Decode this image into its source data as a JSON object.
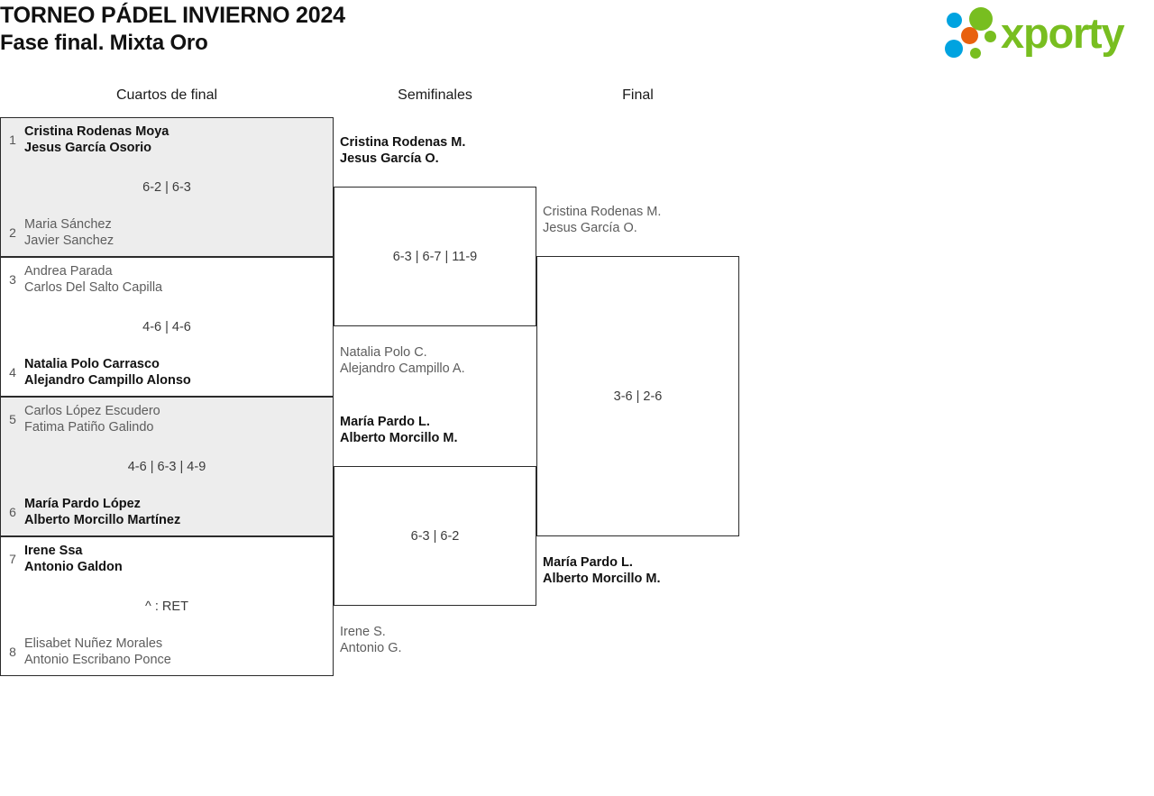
{
  "header": {
    "title_line1": "TORNEO PÁDEL INVIERNO 2024",
    "title_line2": "Fase final. Mixta Oro"
  },
  "logo": {
    "wordmark": "xporty",
    "colors": {
      "green": "#78be20",
      "blue": "#00a3e0",
      "orange": "#e8610e"
    }
  },
  "columns": {
    "quarterfinals": "Cuartos de final",
    "semifinals": "Semifinales",
    "final": "Final"
  },
  "bracket": {
    "quarterfinals": [
      {
        "id": "qf1",
        "shaded": true,
        "score": "6-2 | 6-3",
        "top": {
          "seed": "1",
          "p1": "Cristina Rodenas Moya",
          "p2": "Jesus García Osorio",
          "result": "winner"
        },
        "bottom": {
          "seed": "2",
          "p1": "Maria Sánchez",
          "p2": "Javier Sanchez",
          "result": "loser"
        }
      },
      {
        "id": "qf2",
        "shaded": false,
        "score": "4-6 | 4-6",
        "top": {
          "seed": "3",
          "p1": "Andrea Parada",
          "p2": "Carlos Del Salto Capilla",
          "result": "loser"
        },
        "bottom": {
          "seed": "4",
          "p1": "Natalia Polo Carrasco",
          "p2": "Alejandro Campillo Alonso",
          "result": "winner"
        }
      },
      {
        "id": "qf3",
        "shaded": true,
        "score": "4-6 | 6-3 | 4-9",
        "top": {
          "seed": "5",
          "p1": "Carlos López Escudero",
          "p2": "Fatima Patiño Galindo",
          "result": "loser"
        },
        "bottom": {
          "seed": "6",
          "p1": "María Pardo López",
          "p2": "Alberto Morcillo Martínez",
          "result": "winner"
        }
      },
      {
        "id": "qf4",
        "shaded": false,
        "score": "^ : RET",
        "top": {
          "seed": "7",
          "p1": "Irene Ssa",
          "p2": "Antonio Galdon",
          "result": "winner"
        },
        "bottom": {
          "seed": "8",
          "p1": "Elisabet Nuñez Morales",
          "p2": "Antonio Escribano Ponce",
          "result": "loser"
        }
      }
    ],
    "semifinals": [
      {
        "id": "sf1",
        "score": "6-3 | 6-7 | 11-9",
        "top": {
          "p1": "Cristina Rodenas M.",
          "p2": "Jesus García O.",
          "result": "winner"
        },
        "bottom": {
          "p1": "Natalia Polo C.",
          "p2": "Alejandro Campillo A.",
          "result": "loser"
        }
      },
      {
        "id": "sf2",
        "score": "6-3 | 6-2",
        "top": {
          "p1": "María Pardo L.",
          "p2": "Alberto Morcillo M.",
          "result": "winner"
        },
        "bottom": {
          "p1": "Irene S.",
          "p2": "Antonio G.",
          "result": "loser"
        }
      }
    ],
    "final": [
      {
        "id": "f1",
        "score": "3-6 | 2-6",
        "top": {
          "p1": "Cristina Rodenas M.",
          "p2": "Jesus García O.",
          "result": "loser"
        },
        "bottom": {
          "p1": "María Pardo L.",
          "p2": "Alberto Morcillo M.",
          "result": "winner"
        }
      }
    ]
  }
}
